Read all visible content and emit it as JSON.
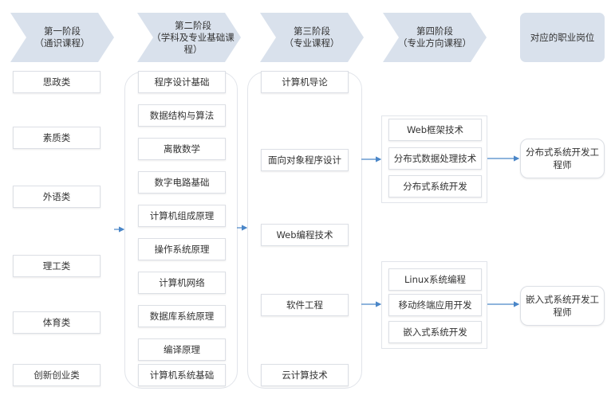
{
  "stages": [
    {
      "lines": [
        "第一阶段",
        "（通识课程）"
      ]
    },
    {
      "lines": [
        "第二阶段",
        "（学科及专业基础课",
        "程）"
      ]
    },
    {
      "lines": [
        "第三阶段",
        "（专业课程）"
      ]
    },
    {
      "lines": [
        "第四阶段",
        "（专业方向课程）"
      ]
    }
  ],
  "job_header": "对应的职业岗位",
  "stage1": [
    "思政类",
    "素质类",
    "外语类",
    "理工类",
    "体育类",
    "创新创业类"
  ],
  "stage2": [
    "程序设计基础",
    "数据结构与算法",
    "离散数学",
    "数字电路基础",
    "计算机组成原理",
    "操作系统原理",
    "计算机网络",
    "数据库系统原理",
    "编译原理",
    "计算机系统基础"
  ],
  "stage3": [
    "计算机导论",
    "面向对象程序设计",
    "Web编程技术",
    "软件工程",
    "云计算技术"
  ],
  "stage4_group1": [
    "Web框架技术",
    "分布式数据处理技术",
    "分布式系统开发"
  ],
  "stage4_group2": [
    "Linux系统编程",
    "移动终端应用开发",
    "嵌入式系统开发"
  ],
  "jobs": [
    "分布式系统开发工程师",
    "嵌入式系统开发工程师"
  ],
  "colors": {
    "chevron": "#d9e1ec",
    "arrow": "#4a86c8",
    "border": "#dcdfe5"
  }
}
